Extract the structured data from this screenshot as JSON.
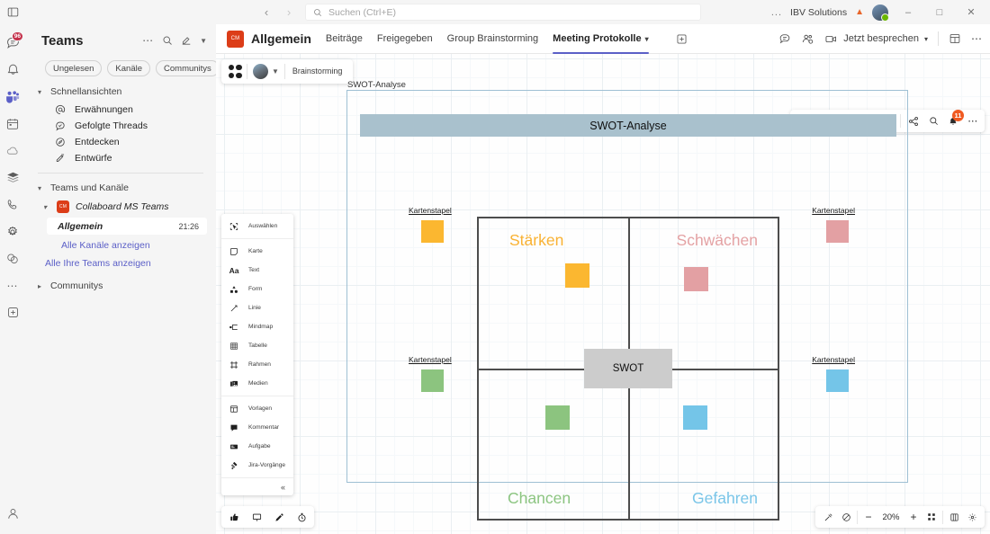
{
  "titlebar": {
    "nav_back": "back-arrow",
    "nav_forward": "forward-arrow",
    "search_placeholder": "Suchen (Ctrl+E)",
    "more_label": "...",
    "tenant": "IBV Solutions",
    "minimize": "—",
    "maximize": "⬜",
    "close": "✕"
  },
  "rail": {
    "items": [
      {
        "name": "chat",
        "badge": "96"
      },
      {
        "name": "activity",
        "badge": ""
      },
      {
        "name": "teams",
        "badge": ""
      },
      {
        "name": "calendar",
        "badge": ""
      },
      {
        "name": "onedrive",
        "badge": ""
      },
      {
        "name": "files",
        "badge": ""
      },
      {
        "name": "calls",
        "badge": ""
      },
      {
        "name": "settings",
        "badge": ""
      },
      {
        "name": "apps",
        "badge": ""
      },
      {
        "name": "more",
        "badge": ""
      },
      {
        "name": "add-app",
        "badge": ""
      }
    ]
  },
  "sidebar": {
    "title": "Teams",
    "filters": [
      "Ungelesen",
      "Kanäle",
      "Communitys"
    ],
    "sections": {
      "quick_views": "Schnellansichten",
      "teams_and_channels": "Teams und Kanäle",
      "communities": "Communitys"
    },
    "quick_items": [
      {
        "label": "Erwähnungen",
        "icon": "at-icon"
      },
      {
        "label": "Gefolgte Threads",
        "icon": "followed-threads-icon"
      },
      {
        "label": "Entdecken",
        "icon": "discover-icon"
      },
      {
        "label": "Entwürfe",
        "icon": "drafts-icon"
      }
    ],
    "team": {
      "name": "Collaboard MS Teams",
      "logo_text": "CM",
      "channels": [
        {
          "label": "Allgemein",
          "time": "21:26"
        }
      ],
      "show_all_channels": "Alle Kanäle anzeigen"
    },
    "show_all_teams": "Alle Ihre Teams anzeigen"
  },
  "channel": {
    "logo_text": "CM",
    "name": "Allgemein",
    "tabs": [
      {
        "label": "Beiträge",
        "active": false
      },
      {
        "label": "Freigegeben",
        "active": false
      },
      {
        "label": "Group Brainstorming",
        "active": false
      },
      {
        "label": "Meeting Protokolle",
        "active": true
      }
    ],
    "add_tab": "+",
    "right": {
      "chat_icon": "chat-icon",
      "people_icon": "manage-members-icon",
      "meet_label": "Jetzt besprechen",
      "grid_icon": "layout-icon",
      "more_icon": "more-icon"
    }
  },
  "whiteboard": {
    "collaborators": {
      "chip_label": "Brainstorming"
    },
    "top_tools": [
      {
        "name": "laser-pointer-icon"
      },
      {
        "name": "eraser-icon"
      },
      {
        "name": "magic-wand-icon"
      },
      {
        "name": "undo-icon"
      },
      {
        "name": "redo-icon"
      },
      {
        "name": "share-icon"
      },
      {
        "name": "search-icon"
      },
      {
        "name": "notifications-icon",
        "badge": "11"
      },
      {
        "name": "more-icon"
      }
    ],
    "palette": [
      {
        "label": "Auswählen",
        "icon": "select-icon"
      },
      {
        "label": "Karte",
        "icon": "card-icon"
      },
      {
        "label": "Text",
        "icon": "text-icon"
      },
      {
        "label": "Form",
        "icon": "shape-icon"
      },
      {
        "label": "Linie",
        "icon": "line-icon"
      },
      {
        "label": "Mindmap",
        "icon": "mindmap-icon"
      },
      {
        "label": "Tabelle",
        "icon": "table-icon"
      },
      {
        "label": "Rahmen",
        "icon": "frame-icon"
      },
      {
        "label": "Medien",
        "icon": "media-icon"
      },
      {
        "label": "Vorlagen",
        "icon": "templates-icon"
      },
      {
        "label": "Kommentar",
        "icon": "comment-icon"
      },
      {
        "label": "Aufgabe",
        "icon": "task-icon"
      },
      {
        "label": "Jira-Vorgänge",
        "icon": "jira-icon"
      }
    ],
    "palette_collapse": "«",
    "bottom_left_tools": [
      {
        "name": "reaction-thumbsup-icon"
      },
      {
        "name": "presentation-icon"
      },
      {
        "name": "pen-icon"
      },
      {
        "name": "timer-icon"
      }
    ],
    "bottom_right": {
      "laser_icon": "laser-icon",
      "navigate_icon": "navigate-icon",
      "zoom_out": "−",
      "zoom_value": "20%",
      "zoom_in": "+",
      "fit_icon": "fit-to-screen-icon",
      "minimap_icon": "minimap-icon",
      "settings_icon": "settings-icon"
    },
    "board": {
      "frame_label": "SWOT-Analyse",
      "title": "SWOT-Analyse",
      "center_label": "SWOT",
      "quadrants": [
        {
          "label": "Stärken",
          "color": "#f9b233",
          "note_color": "#fbb730"
        },
        {
          "label": "Schwächen",
          "color": "#e4a2a4",
          "note_color": "#e3a0a3"
        },
        {
          "label": "Chancen",
          "color": "#8cc581",
          "note_color": "#8cc47f"
        },
        {
          "label": "Gefahren",
          "color": "#79c5e8",
          "note_color": "#74c5e8"
        }
      ],
      "card_stacks": [
        {
          "label": "Kartenstapel",
          "color": "#fbb730"
        },
        {
          "label": "Kartenstapel",
          "color": "#e3a0a3"
        },
        {
          "label": "Kartenstapel",
          "color": "#8cc47f"
        },
        {
          "label": "Kartenstapel",
          "color": "#74c5e8"
        }
      ],
      "title_bar_color": "#a9c1cd",
      "center_box_color": "#cccccc"
    }
  }
}
